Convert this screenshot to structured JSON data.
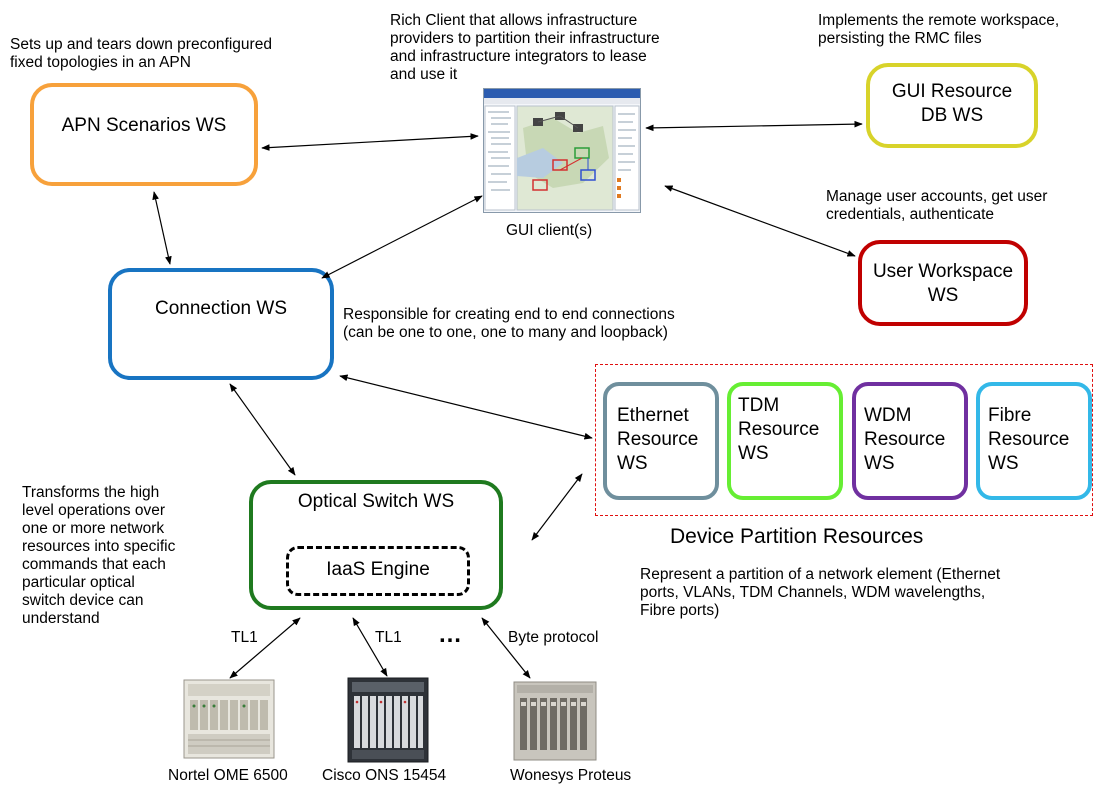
{
  "notes": {
    "apn": [
      "Sets up and tears down preconfigured",
      "fixed topologies in an APN"
    ],
    "gui": [
      "Rich Client that allows infrastructure",
      "providers to partition their infrastructure",
      "and infrastructure integrators to lease",
      "and use it"
    ],
    "db": [
      "Implements the remote workspace,",
      "persisting the RMC files"
    ],
    "user": [
      "Manage user accounts, get user",
      "credentials, authenticate"
    ],
    "connection": [
      "Responsible for creating end to end connections",
      "(can be one to one, one to many and loopback)"
    ],
    "optical": [
      "Transforms the high",
      "level operations over",
      "one or more network",
      "resources into specific",
      "commands that each",
      "particular optical",
      "switch device can",
      "understand"
    ],
    "partition": [
      "Represent a partition of a network element (Ethernet",
      "ports, VLANs, TDM Channels, WDM wavelengths,",
      "Fibre ports)"
    ]
  },
  "boxes": {
    "apn": "APN Scenarios WS",
    "gui_db": [
      "GUI Resource",
      "DB WS"
    ],
    "user": [
      "User Workspace",
      "WS"
    ],
    "connection": "Connection WS",
    "optical": "Optical Switch WS",
    "iaas": "IaaS Engine"
  },
  "gui_client_label": "GUI client(s)",
  "resources": [
    {
      "lines": [
        "Ethernet",
        "Resource",
        "WS"
      ],
      "color": "#6f8f9d"
    },
    {
      "lines": [
        "TDM",
        "Resource",
        "WS"
      ],
      "color": "#66ee33"
    },
    {
      "lines": [
        "WDM",
        "Resource",
        "WS"
      ],
      "color": "#7030a0"
    },
    {
      "lines": [
        "Fibre",
        "Resource",
        "WS"
      ],
      "color": "#33b8e8"
    }
  ],
  "partition_title": "Device Partition Resources",
  "protocols": {
    "tl1_left": "TL1",
    "tl1_mid": "TL1",
    "dots": "…",
    "byte": "Byte protocol"
  },
  "devices": [
    "Nortel OME 6500",
    "Cisco ONS 15454",
    "Wonesys Proteus"
  ],
  "colors": {
    "apn": "#f7a13b",
    "db": "#d8d32a",
    "user": "#c00000",
    "connection": "#1874c2",
    "optical": "#1f7a1f",
    "partition_border": "#e01010"
  },
  "icons": [
    "gui-client-screenshot-icon",
    "nortel-device-icon",
    "cisco-device-icon",
    "wonesys-device-icon"
  ]
}
